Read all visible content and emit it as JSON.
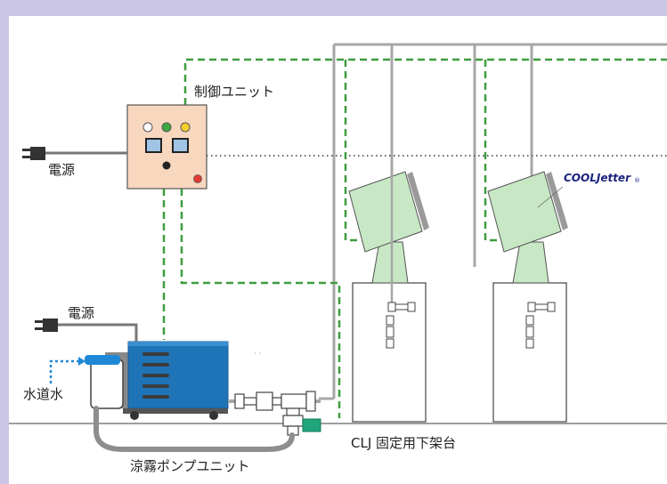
{
  "labels": {
    "control_unit": "制御ユニット",
    "power_top": "電源",
    "power_pump": "電源",
    "tap_water": "水道水",
    "pump_unit": "涼霧ポンプユニット",
    "stand": "CLJ 固定用下架台",
    "brand": "COOLJetter",
    "brand_mark": "®",
    "pump_dots": "· ·"
  },
  "colors": {
    "frame": "#cbc6e5",
    "control_panel": "#f8d7bf",
    "pump_body": "#1f73b7",
    "fan_head": "#c7e7c5",
    "wire_green": "#3e9d3e",
    "pipe_gray": "#a7a7a7",
    "hose_gray": "#8e8e8e",
    "water_blue": "#1e88d6",
    "led_white": "#ffffff",
    "led_green": "#3ea83e",
    "led_yellow": "#f6cf2b",
    "led_red": "#e53935",
    "valve_green": "#21a57a"
  }
}
